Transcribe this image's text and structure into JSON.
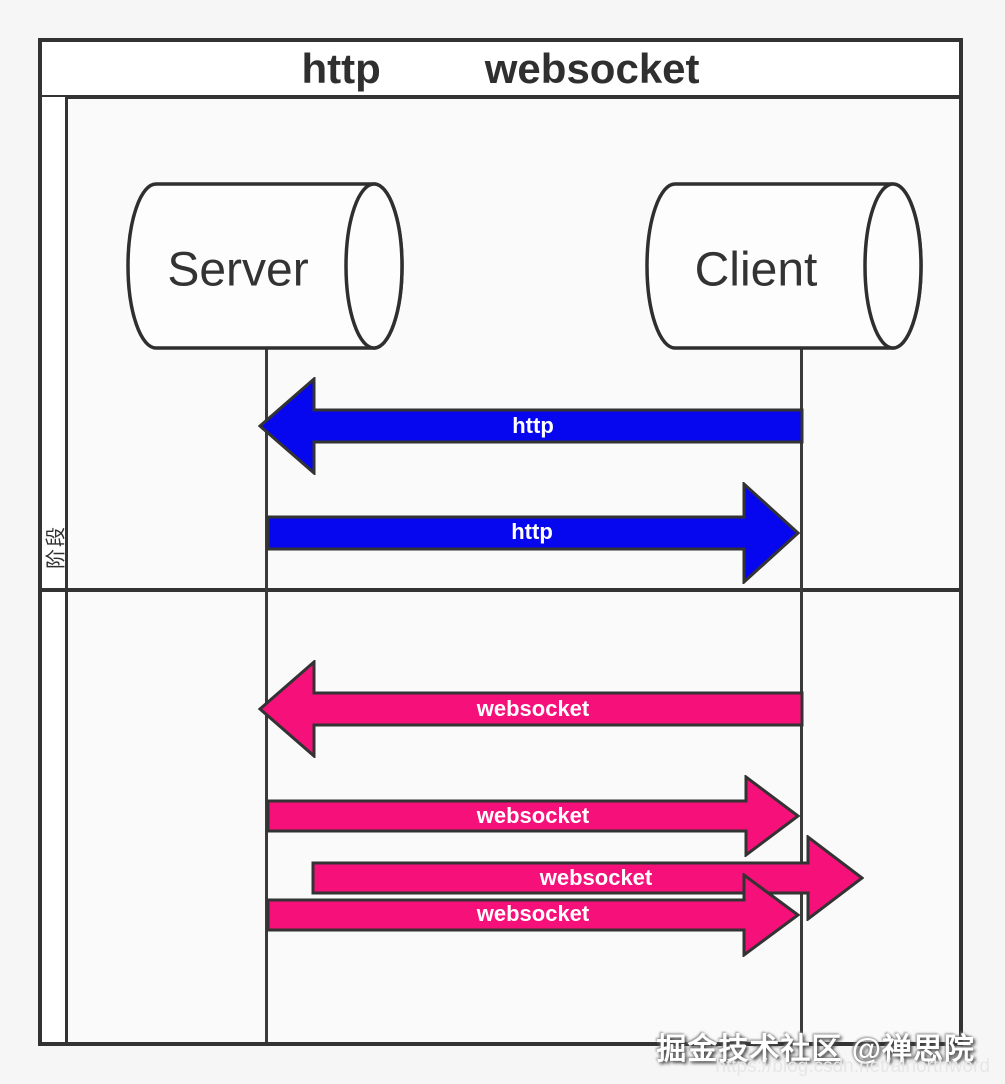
{
  "title": {
    "http_label": "http",
    "websocket_label": "websocket"
  },
  "stage": {
    "label": "阶段"
  },
  "actors": {
    "server": "Server",
    "client": "Client"
  },
  "arrows": [
    {
      "label": "http",
      "direction": "client-to-server",
      "color": "#0707ef"
    },
    {
      "label": "http",
      "direction": "server-to-client",
      "color": "#0707ef"
    },
    {
      "label": "websocket",
      "direction": "client-to-server",
      "color": "#f5107a"
    },
    {
      "label": "websocket",
      "direction": "server-to-client",
      "color": "#f5107a"
    },
    {
      "label": "websocket",
      "direction": "server-to-client",
      "color": "#f5107a"
    },
    {
      "label": "websocket",
      "direction": "server-to-client",
      "color": "#f5107a"
    }
  ],
  "colors": {
    "blue": "#0707ef",
    "pink": "#f5107a",
    "line": "#333333",
    "background": "#f6f6f6"
  },
  "watermark": {
    "text": "掘金技术社区 @禅思院",
    "url": "https://blog.csdn.net/alnorthword"
  }
}
